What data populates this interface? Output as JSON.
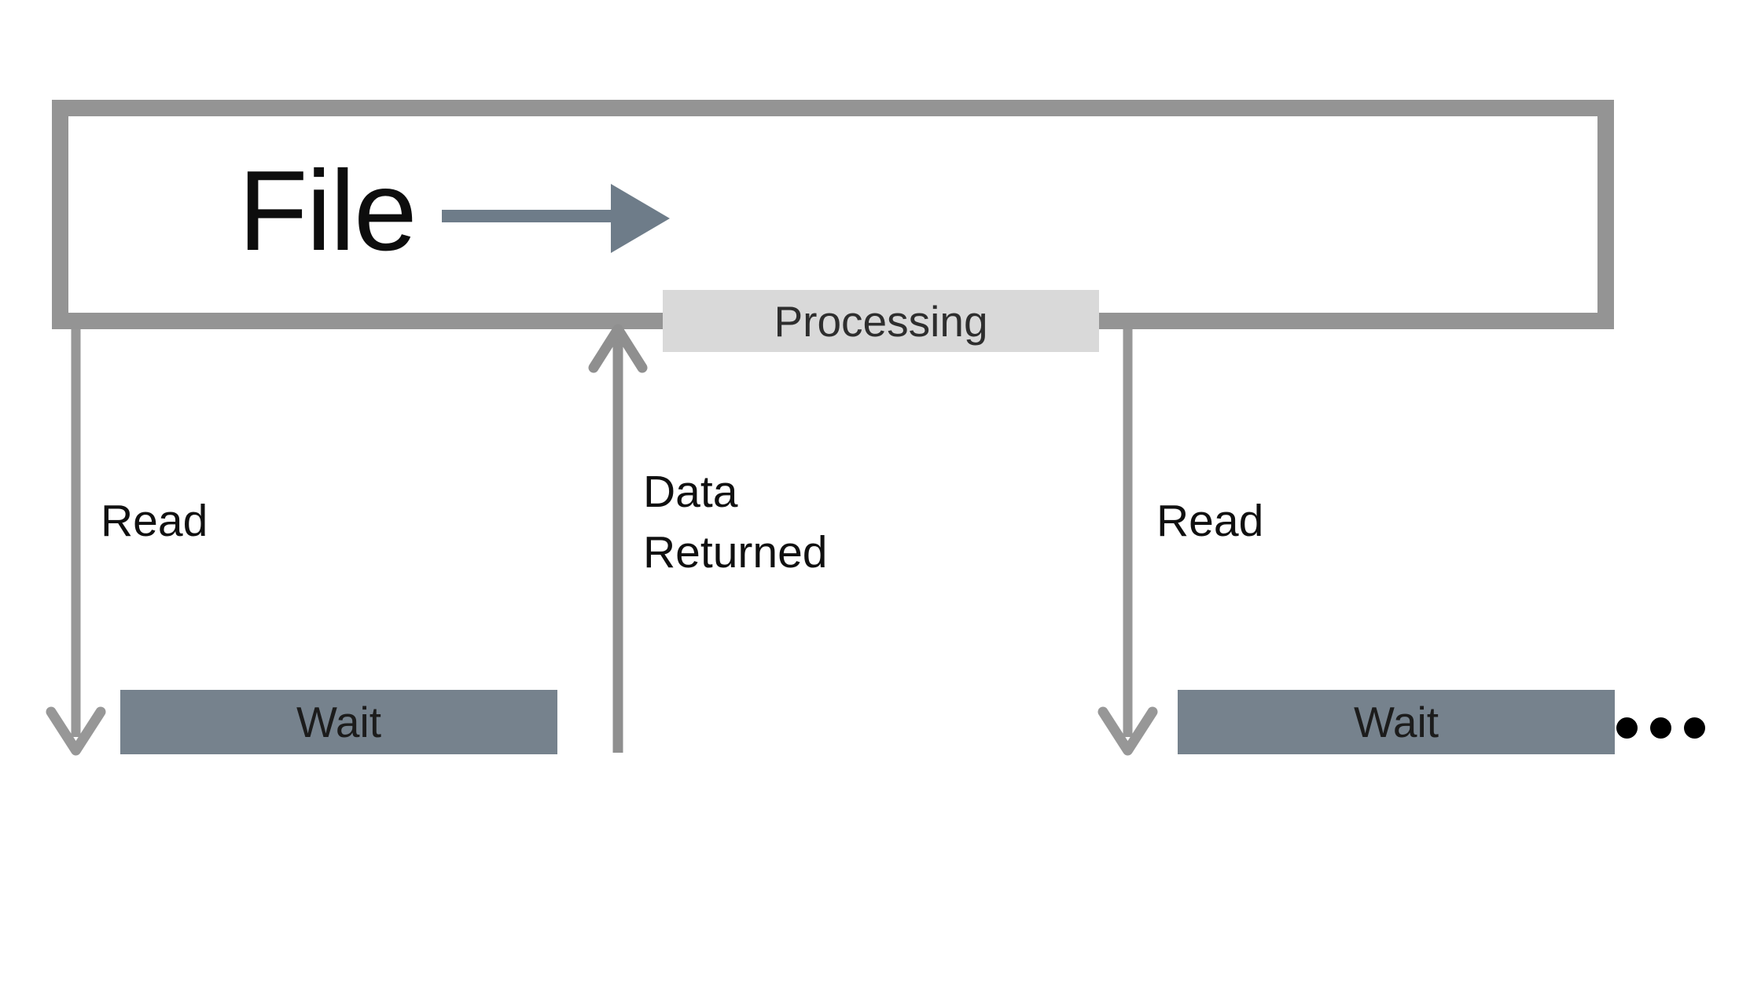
{
  "diagram": {
    "title_implicit": "Blocking file read timeline",
    "file_box": {
      "label": "File"
    },
    "file_arrow": {
      "icon": "right-arrow-icon",
      "color": "#6e7c89"
    },
    "processing_badge": {
      "label": "Processing",
      "fill": "#d9d9d9"
    },
    "left_read": {
      "label": "Read",
      "arrow_icon": "down-arrow-icon"
    },
    "data_returned": {
      "line1": "Data",
      "line2": "Returned",
      "arrow_icon": "up-arrow-icon"
    },
    "right_read": {
      "label": "Read",
      "arrow_icon": "down-arrow-icon"
    },
    "left_wait": {
      "label": "Wait",
      "fill": "#76828d"
    },
    "right_wait": {
      "label": "Wait",
      "fill": "#76828d"
    },
    "continuation": {
      "icon": "ellipsis-dots-icon",
      "dot_count": 3,
      "color": "#000000"
    }
  },
  "colors": {
    "box_border_gray": "#949494",
    "thin_arrow_gray": "#979797",
    "file_arrow_slate": "#6e7c89",
    "processing_fill": "#d9d9d9",
    "wait_fill": "#76828d",
    "text_black": "#0d0d0d",
    "background": "#ffffff"
  }
}
